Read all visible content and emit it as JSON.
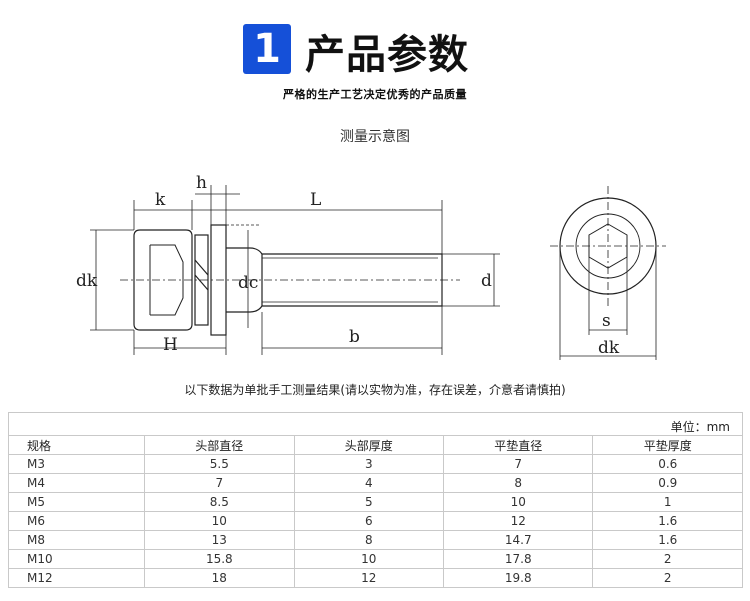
{
  "header": {
    "badge_number": "1",
    "title": "产品参数",
    "subtitle": "严格的生产工艺决定优秀的产品质量"
  },
  "diagram": {
    "caption": "测量示意图",
    "labels": {
      "k": "k",
      "h": "h",
      "L": "L",
      "dk_side": "dk",
      "dc": "dc",
      "d": "d",
      "H": "H",
      "b": "b",
      "s": "s",
      "dk_end": "dk"
    }
  },
  "note": "以下数据为单批手工测量结果(请以实物为准，存在误差，介意者请慎拍)",
  "unit": "单位：mm",
  "table": {
    "headers": [
      "规格",
      "头部直径",
      "头部厚度",
      "平垫直径",
      "平垫厚度"
    ],
    "rows": [
      [
        "M3",
        "5.5",
        "3",
        "7",
        "0.6"
      ],
      [
        "M4",
        "7",
        "4",
        "8",
        "0.9"
      ],
      [
        "M5",
        "8.5",
        "5",
        "10",
        "1"
      ],
      [
        "M6",
        "10",
        "6",
        "12",
        "1.6"
      ],
      [
        "M8",
        "13",
        "8",
        "14.7",
        "1.6"
      ],
      [
        "M10",
        "15.8",
        "10",
        "17.8",
        "2"
      ],
      [
        "M12",
        "18",
        "12",
        "19.8",
        "2"
      ]
    ]
  }
}
